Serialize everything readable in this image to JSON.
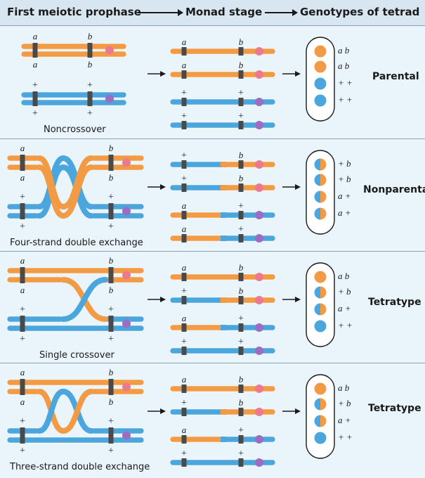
{
  "header": {
    "col1": "First meiotic prophase",
    "col2": "Monad stage",
    "col3": "Genotypes of tetrad"
  },
  "colors": {
    "orange": "#f39a45",
    "blue": "#4aa6dd",
    "band": "#4a4a4a",
    "pink_centromere": "#ec7a8e",
    "purple_centromere": "#9b6ec4",
    "background": "#eaf4fb"
  },
  "panels": [
    {
      "name": "noncrossover",
      "caption": "Noncrossover",
      "class_label": "Parental",
      "prophase_labels": {
        "a_top": "a",
        "b_top": "b",
        "a_bottom_orange": "a",
        "b_bottom_orange": "b",
        "plus1_top": "+",
        "plus2_top": "+",
        "plus1_bottom": "+",
        "plus2_bottom": "+"
      },
      "monads": [
        {
          "left": "a",
          "right": "b"
        },
        {
          "left": "a",
          "right": "b"
        },
        {
          "left": "+",
          "right": "+"
        },
        {
          "left": "+",
          "right": "+"
        }
      ],
      "genotypes": [
        "a b",
        "a b",
        "+ +",
        "+ +"
      ],
      "spore_colors": [
        "orange",
        "orange",
        "blue",
        "blue"
      ]
    },
    {
      "name": "four-strand-double-exchange",
      "caption": "Four-strand double exchange",
      "class_label": "Nonparental",
      "prophase_labels": {
        "a_top": "a",
        "b_top": "b",
        "a_bottom_orange": "a",
        "b_bottom_orange": "b",
        "plus1_top": "+",
        "plus2_top": "+",
        "plus1_bottom": "+",
        "plus2_bottom": "+"
      },
      "monads": [
        {
          "left": "+",
          "right": "b"
        },
        {
          "left": "+",
          "right": "b"
        },
        {
          "left": "a",
          "right": "+"
        },
        {
          "left": "a",
          "right": "+"
        }
      ],
      "genotypes": [
        "+ b",
        "+ b",
        "a +",
        "a +"
      ],
      "spore_colors": [
        "split",
        "split",
        "split",
        "split"
      ]
    },
    {
      "name": "single-crossover",
      "caption": "Single crossover",
      "class_label": "Tetratype",
      "prophase_labels": {
        "a_top": "a",
        "b_top": "b",
        "a_bottom_orange": "a",
        "b_bottom_orange": "b",
        "plus1_top": "+",
        "plus2_top": "+",
        "plus1_bottom": "+",
        "plus2_bottom": "+"
      },
      "monads": [
        {
          "left": "a",
          "right": "b"
        },
        {
          "left": "+",
          "right": "b"
        },
        {
          "left": "a",
          "right": "+"
        },
        {
          "left": "+",
          "right": "+"
        }
      ],
      "genotypes": [
        "a b",
        "+ b",
        "a +",
        "+ +"
      ],
      "spore_colors": [
        "orange",
        "split",
        "split",
        "blue"
      ]
    },
    {
      "name": "three-strand-double-exchange",
      "caption": "Three-strand double exchange",
      "class_label": "Tetratype",
      "prophase_labels": {
        "a_top": "a",
        "b_top": "b",
        "a_bottom_orange": "a",
        "b_bottom_orange": "b",
        "plus1_top": "+",
        "plus2_top": "+",
        "plus1_bottom": "+",
        "plus2_bottom": "+"
      },
      "monads": [
        {
          "left": "a",
          "right": "b"
        },
        {
          "left": "+",
          "right": "b"
        },
        {
          "left": "a",
          "right": "+"
        },
        {
          "left": "+",
          "right": "+"
        }
      ],
      "genotypes": [
        "a b",
        "+ b",
        "a +",
        "+ +"
      ],
      "spore_colors": [
        "orange",
        "split",
        "split",
        "blue"
      ]
    }
  ]
}
